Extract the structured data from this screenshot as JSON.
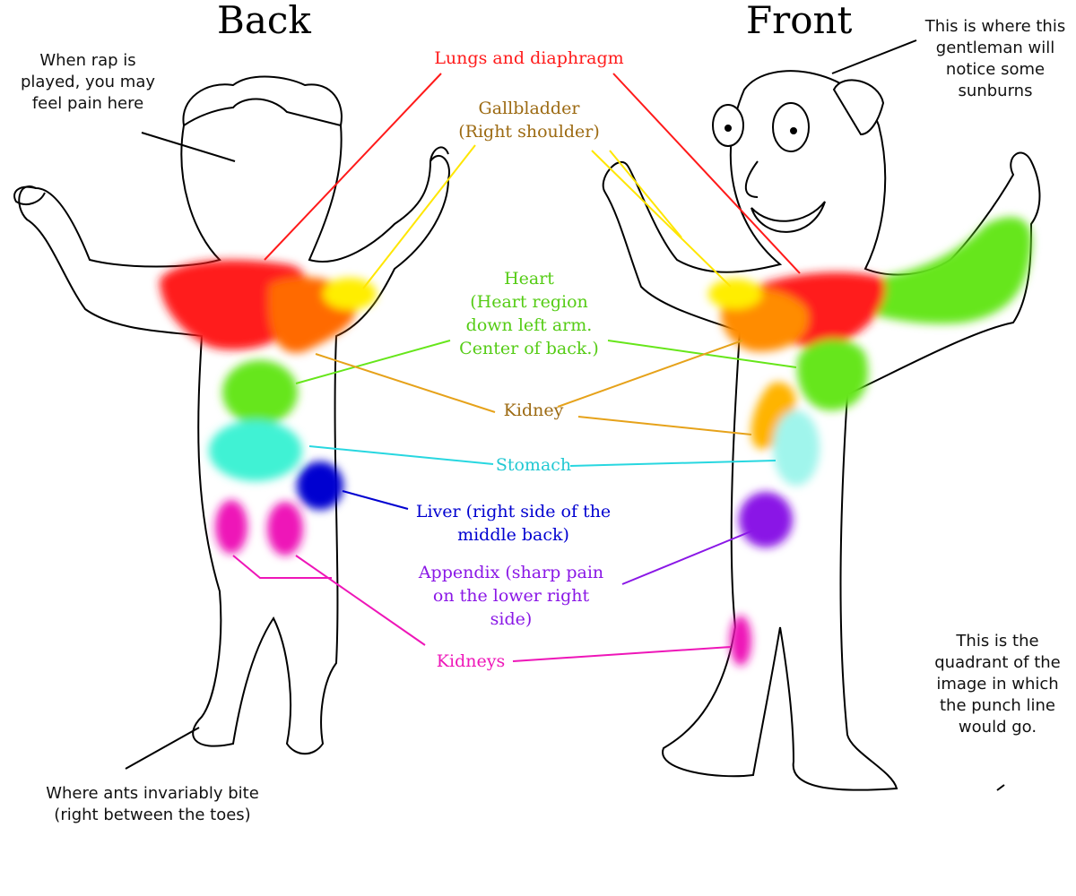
{
  "titles": {
    "back": "Back",
    "front": "Front"
  },
  "colors": {
    "lungs": "#ff1a1a",
    "gallbladder": "#9c6a12",
    "gallbladder_fill": "#ffee00",
    "heart": "#66e61a",
    "kidney": "#e39a1a",
    "kidney_fill": "#ffb400",
    "stomach": "#28d7e0",
    "stomach_fill": "#6cf5df",
    "liver": "#0000d0",
    "appendix": "#8a17e6",
    "kidneys": "#ee16b8",
    "outline": "#000000"
  },
  "labels": {
    "lungs": "Lungs and diaphragm",
    "gallbladder": "Gallbladder\n(Right shoulder)",
    "heart": "Heart\n(Heart region\ndown left arm.\nCenter of back.)",
    "kidney": "Kidney",
    "stomach": "Stomach",
    "liver": "Liver (right side of the\nmiddle back)",
    "appendix": "Appendix (sharp pain\non the lower right\nside)",
    "kidneys": "Kidneys"
  },
  "annotations": {
    "rap": "When rap is\nplayed, you may\nfeel pain here",
    "sunburn": "This is where this\ngentleman will\nnotice some\nsunburns",
    "ants": "Where ants invariably bite\n(right between the toes)",
    "punchline": "This is the\nquadrant of the\nimage in which\nthe punch line\nwould go."
  }
}
